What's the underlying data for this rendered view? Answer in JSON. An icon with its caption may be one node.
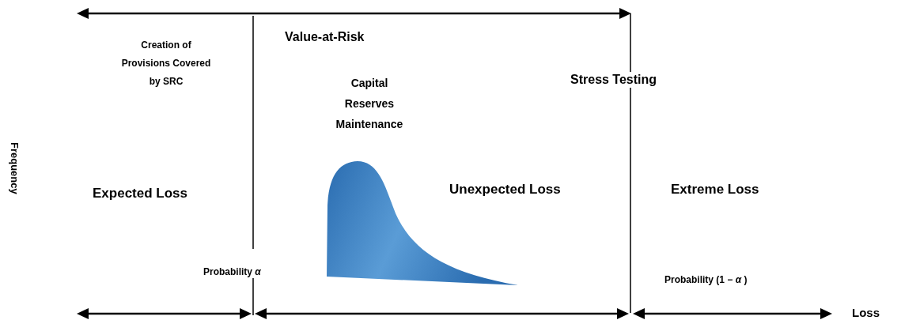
{
  "diagram": {
    "labels": [
      "Value-at-Risk",
      "Creation of Provisions Covered by SRC",
      "Stress Testing",
      "Capital Reserves Maintenance",
      "Frequency",
      "Expected Loss",
      "Unexpected Loss",
      "Extreme Loss",
      "Probability *α*",
      "Probability (1 − *α* )",
      "Loss"
    ]
  }
}
